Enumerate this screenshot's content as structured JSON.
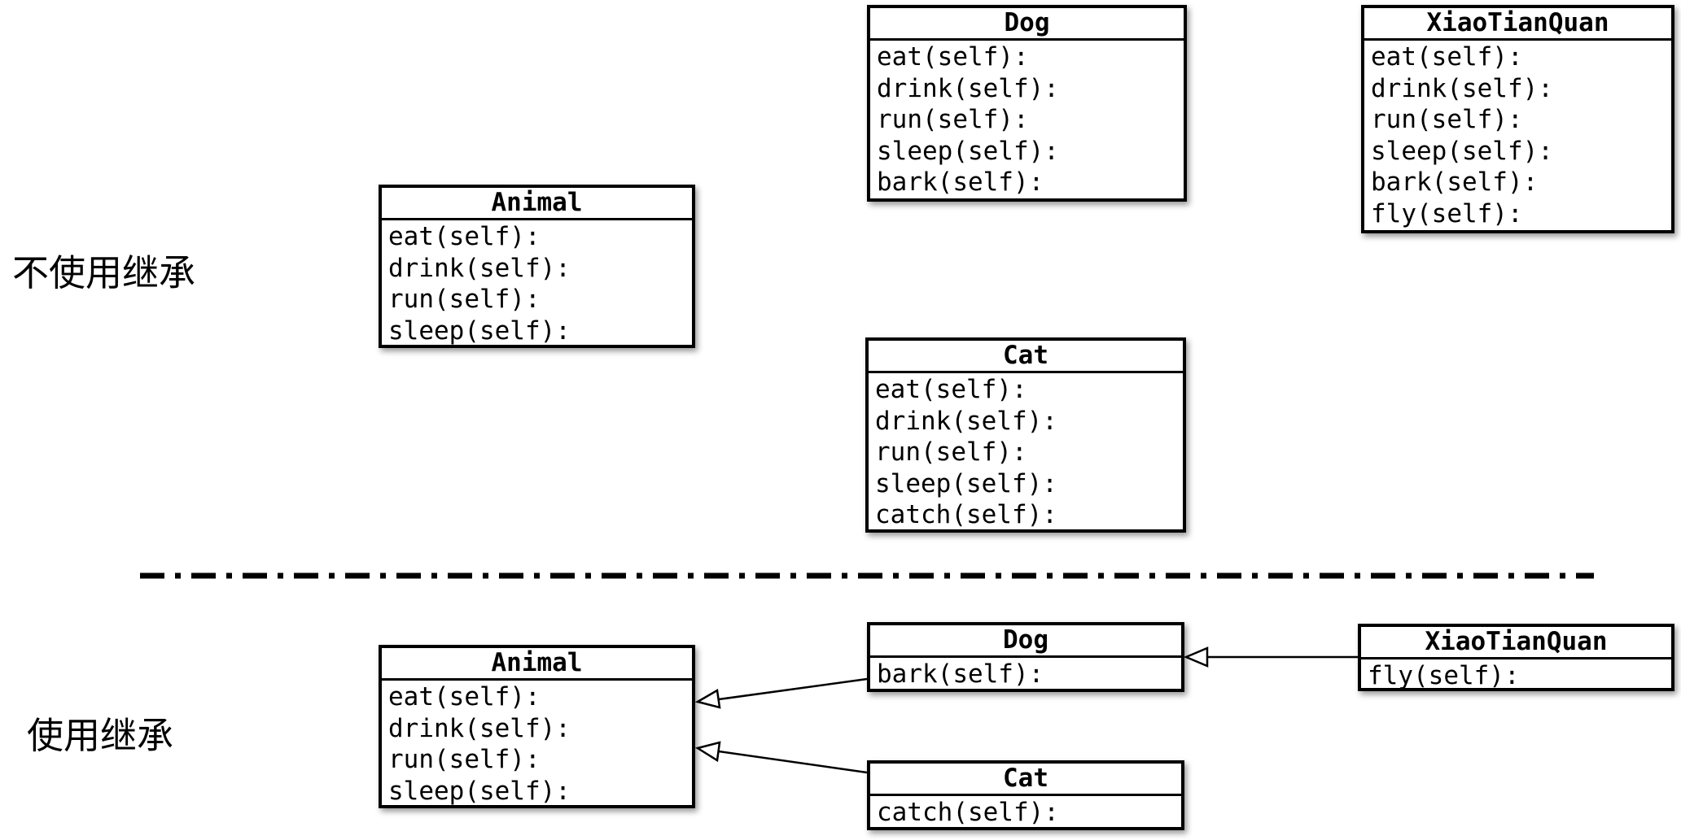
{
  "colors": {
    "line": "#000000",
    "text": "#000000",
    "box_background": "#ffffff",
    "page_background": "#ffffff"
  },
  "sections": {
    "no_inheritance": {
      "label": "不使用继承",
      "classes": {
        "animal": {
          "name": "Animal",
          "methods": [
            "eat(self):",
            "drink(self):",
            "run(self):",
            "sleep(self):"
          ]
        },
        "dog": {
          "name": "Dog",
          "methods": [
            "eat(self):",
            "drink(self):",
            "run(self):",
            "sleep(self):",
            "bark(self):"
          ]
        },
        "xiaotianquan": {
          "name": "XiaoTianQuan",
          "methods": [
            "eat(self):",
            "drink(self):",
            "run(self):",
            "sleep(self):",
            "bark(self):",
            "fly(self):"
          ]
        },
        "cat": {
          "name": "Cat",
          "methods": [
            "eat(self):",
            "drink(self):",
            "run(self):",
            "sleep(self):",
            "catch(self):"
          ]
        }
      }
    },
    "inheritance": {
      "label": "使用继承",
      "classes": {
        "animal": {
          "name": "Animal",
          "methods": [
            "eat(self):",
            "drink(self):",
            "run(self):",
            "sleep(self):"
          ]
        },
        "dog": {
          "name": "Dog",
          "methods": [
            "bark(self):"
          ]
        },
        "xiaotianquan": {
          "name": "XiaoTianQuan",
          "methods": [
            "fly(self):"
          ]
        },
        "cat": {
          "name": "Cat",
          "methods": [
            "catch(self):"
          ]
        }
      },
      "relations": [
        {
          "from": "Dog",
          "to": "Animal",
          "type": "generalization"
        },
        {
          "from": "Cat",
          "to": "Animal",
          "type": "generalization"
        },
        {
          "from": "XiaoTianQuan",
          "to": "Dog",
          "type": "generalization"
        }
      ]
    }
  }
}
